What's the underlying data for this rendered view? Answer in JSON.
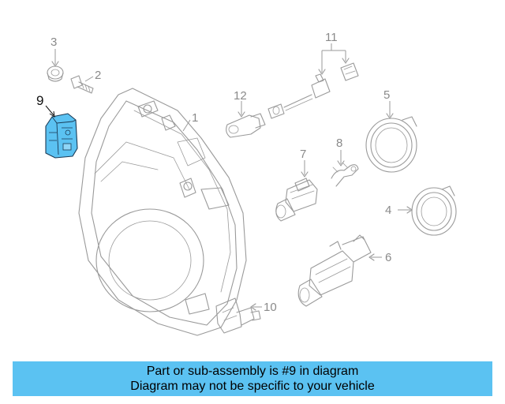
{
  "callouts": {
    "c1": "1",
    "c2": "2",
    "c3": "3",
    "c4": "4",
    "c5": "5",
    "c6": "6",
    "c7": "7",
    "c8": "8",
    "c9": "9",
    "c10": "10",
    "c11": "11",
    "c12": "12"
  },
  "highlighted_part": "9",
  "colors": {
    "highlight": "#5bc2f2",
    "line_art": "#9a9a9a",
    "banner": "#5bc2f2"
  },
  "banner": {
    "line1": "Part or sub-assembly is #9 in diagram",
    "line2": "Diagram may not be specific to your vehicle"
  }
}
